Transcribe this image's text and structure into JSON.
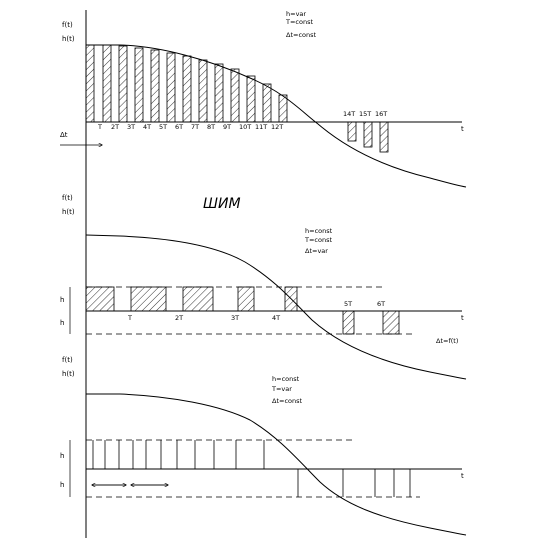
{
  "panel1": {
    "y_labels": [
      "f(t)",
      "h(t)"
    ],
    "conditions": [
      "h=var",
      "T=const",
      "Δt=const"
    ],
    "ticks": [
      "T",
      "2T",
      "3T",
      "4T",
      "5T",
      "6T",
      "7T",
      "8T",
      "9T",
      "10T",
      "11T",
      "12T",
      "14T",
      "15T",
      "16T"
    ],
    "axis_t": "t",
    "delta_label": "Δt"
  },
  "panel2": {
    "title": "ШИМ",
    "y_labels": [
      "f(t)",
      "h(t)"
    ],
    "level_labels": [
      "h",
      "h"
    ],
    "conditions": [
      "h=const",
      "T=const",
      "Δt=var"
    ],
    "ticks": [
      "T",
      "2T",
      "3T",
      "4T",
      "5T",
      "6T"
    ],
    "axis_t": "t",
    "delta_note": "Δt=f(t)"
  },
  "panel3": {
    "y_labels": [
      "f(t)",
      "h(t)"
    ],
    "level_labels": [
      "h",
      "h"
    ],
    "conditions": [
      "h=const",
      "T=var",
      "Δt=const"
    ],
    "axis_t": "t"
  }
}
